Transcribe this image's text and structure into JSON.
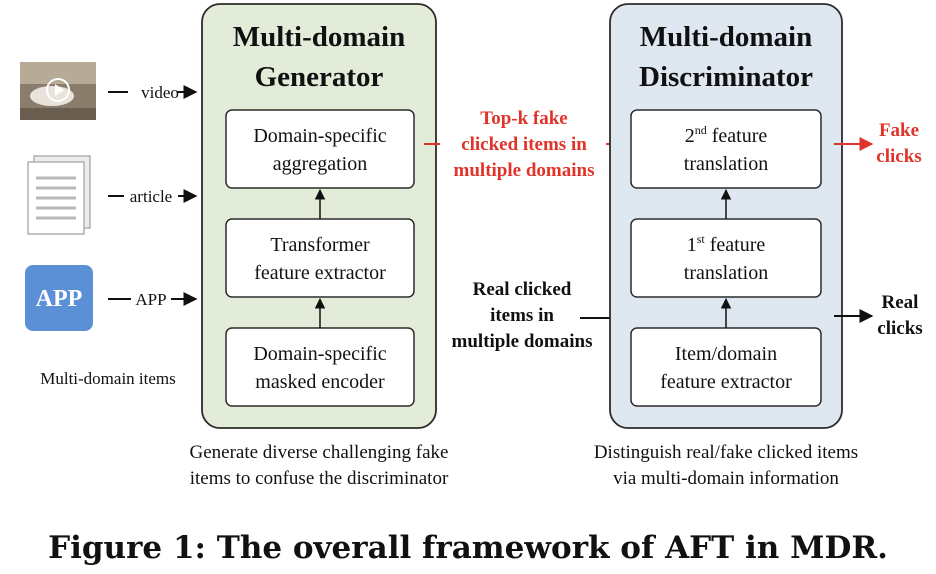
{
  "inputs": {
    "video_label": "video",
    "article_label": "article",
    "app_label": "APP",
    "app_icon_text": "APP",
    "items_caption": "Multi-domain items"
  },
  "generator": {
    "title_line1": "Multi-domain",
    "title_line2": "Generator",
    "box_top": [
      "Domain-specific",
      "aggregation"
    ],
    "box_mid": [
      "Transformer",
      "feature extractor"
    ],
    "box_bottom": [
      "Domain-specific",
      "masked encoder"
    ],
    "caption_line1": "Generate diverse challenging fake",
    "caption_line2": "items to confuse the discriminator"
  },
  "middle": {
    "fake_line1": "Top-k fake",
    "fake_line2": "clicked items in",
    "fake_line3": "multiple domains",
    "real_line1": "Real clicked",
    "real_line2": "items in",
    "real_line3": "multiple domains"
  },
  "discriminator": {
    "title_line1": "Multi-domain",
    "title_line2": "Discriminator",
    "box_top_num": "2",
    "box_top_sup": "nd",
    "box_top_rest": " feature",
    "box_top_line2": "translation",
    "box_mid_num": "1",
    "box_mid_sup": "st",
    "box_mid_rest": " feature",
    "box_mid_line2": "translation",
    "box_bottom": [
      "Item/domain",
      "feature extractor"
    ],
    "caption_line1": "Distinguish real/fake clicked items",
    "caption_line2": "via multi-domain information"
  },
  "outputs": {
    "fake_line1": "Fake",
    "fake_line2": "clicks",
    "real_line1": "Real",
    "real_line2": "clicks"
  },
  "figure_caption": "Figure 1: The overall framework of AFT in MDR.",
  "colors": {
    "generator_fill": "#e3ecd9",
    "discriminator_fill": "#dfe8f1",
    "accent_red": "#e0342a",
    "app_blue": "#5b8fd6"
  }
}
